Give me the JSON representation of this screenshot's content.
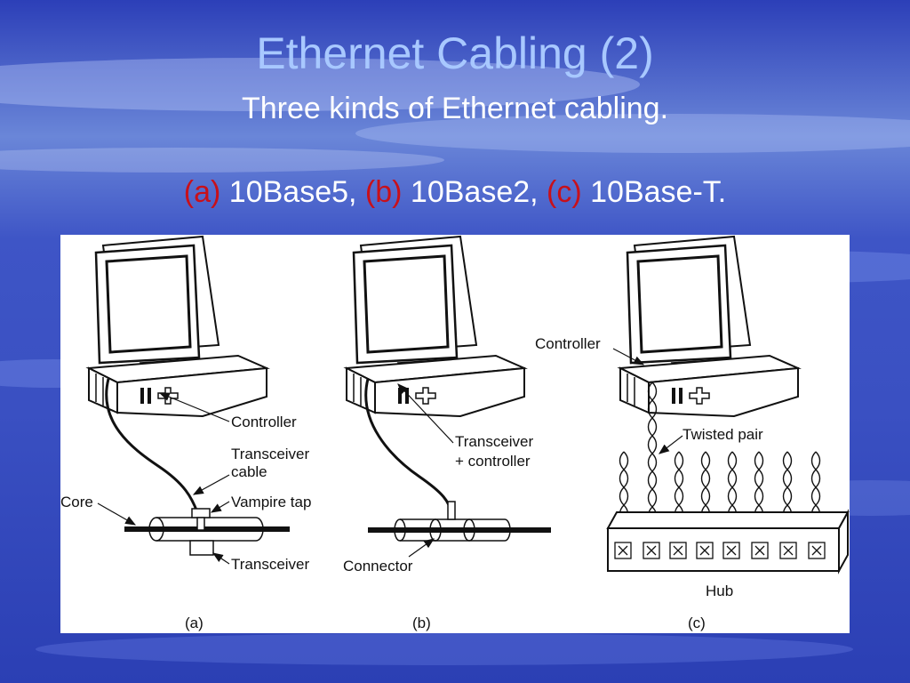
{
  "slide": {
    "title": "Ethernet Cabling (2)",
    "subtitle": "Three kinds of Ethernet cabling.",
    "caption": [
      {
        "mark": "(a)",
        "text": " 10Base5, "
      },
      {
        "mark": "(b)",
        "text": " 10Base2, "
      },
      {
        "mark": "(c)",
        "text": " 10Base-T."
      }
    ]
  },
  "figure": {
    "a": {
      "label": "(a)",
      "controller": "Controller",
      "transceiver_cable_1": "Transceiver",
      "transceiver_cable_2": "cable",
      "vampire_tap": "Vampire tap",
      "core": "Core",
      "transceiver": "Transceiver"
    },
    "b": {
      "label": "(b)",
      "transceiver_controller_1": "Transceiver",
      "transceiver_controller_2": "+ controller",
      "connector": "Connector"
    },
    "c": {
      "label": "(c)",
      "controller": "Controller",
      "twisted_pair": "Twisted pair",
      "hub": "Hub"
    }
  },
  "colors": {
    "title": "#a8c8ff",
    "text": "#ffffff",
    "caption_marks": "#c8101a",
    "background": "#3a4fc4"
  }
}
